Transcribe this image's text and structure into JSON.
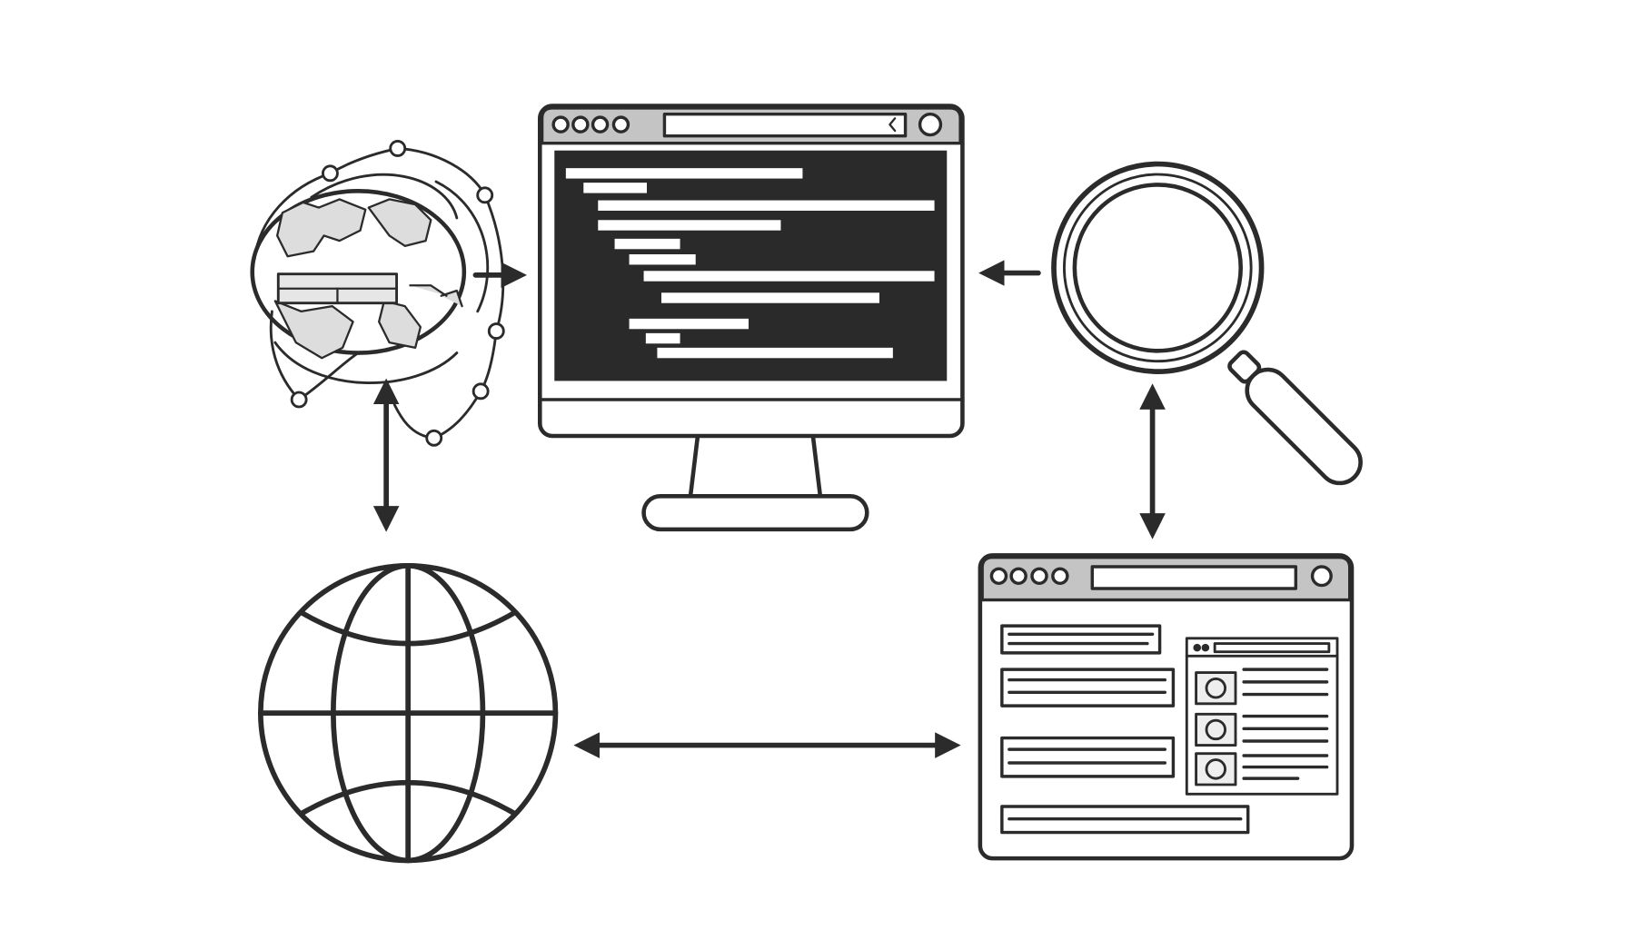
{
  "colors": {
    "background": "#ffffff",
    "stroke": "#2b2b2b",
    "titlebar": "#c4c4c4",
    "screen": "#2a2a2a",
    "code_line": "#ffffff"
  },
  "icons": {
    "world_map_network": "world-map-globe-icon",
    "code_monitor": "monitor-code-icon",
    "magnifier": "magnifying-glass-icon",
    "wire_globe": "globe-icon",
    "browser_window": "browser-window-icon"
  },
  "connections": [
    {
      "from": "world-map-globe",
      "to": "monitor",
      "direction": "one-way"
    },
    {
      "from": "magnifier",
      "to": "monitor",
      "direction": "one-way"
    },
    {
      "from": "world-map-globe",
      "to": "wire-globe",
      "direction": "two-way"
    },
    {
      "from": "magnifier",
      "to": "browser-window",
      "direction": "two-way"
    },
    {
      "from": "wire-globe",
      "to": "browser-window",
      "direction": "two-way"
    }
  ]
}
